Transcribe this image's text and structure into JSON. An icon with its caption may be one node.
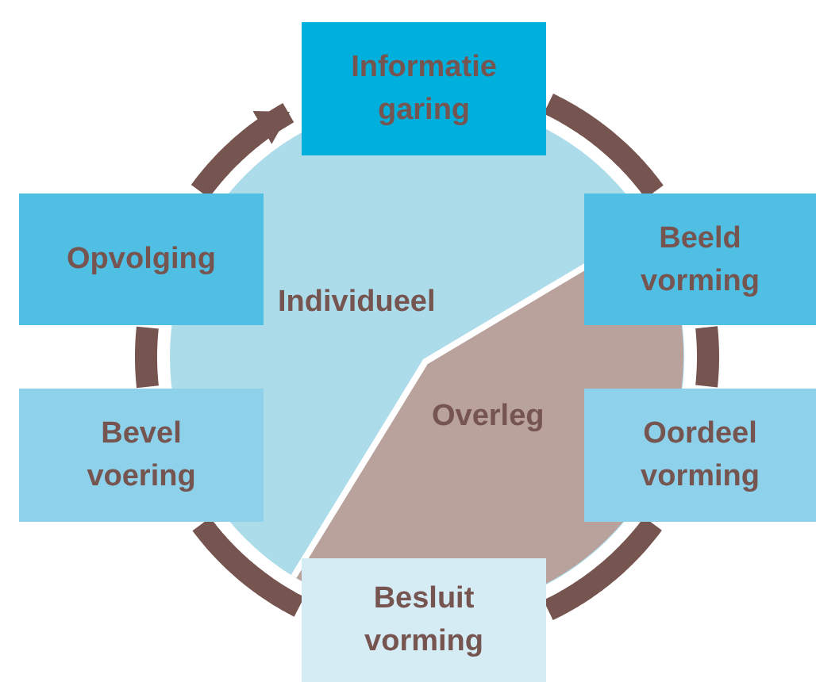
{
  "diagram": {
    "nodes": [
      {
        "text": [
          "Informatie garing"
        ]
      },
      {
        "text": [
          "Beeld vorming"
        ]
      },
      {
        "text": [
          "Oordeel vorming"
        ]
      },
      {
        "text": [
          "Besluit vorming"
        ]
      },
      {
        "text": [
          "Bevel voering"
        ]
      },
      {
        "text": [
          "Opvolging"
        ]
      },
      {
        "text": [
          "Individueel"
        ]
      },
      {
        "text": [
          "Overleg"
        ],
        "in": 6
      }
    ],
    "edges": [
      {
        "from": 0,
        "to": 1,
        "arrow": "none"
      },
      {
        "from": 1,
        "to": 2,
        "arrow": "none"
      },
      {
        "from": 2,
        "to": 3,
        "arrow": "none"
      },
      {
        "from": 3,
        "to": 4,
        "arrow": "none"
      },
      {
        "from": 4,
        "to": 5,
        "arrow": "none"
      },
      {
        "from": 5,
        "to": 0,
        "arrow": "to"
      }
    ]
  }
}
